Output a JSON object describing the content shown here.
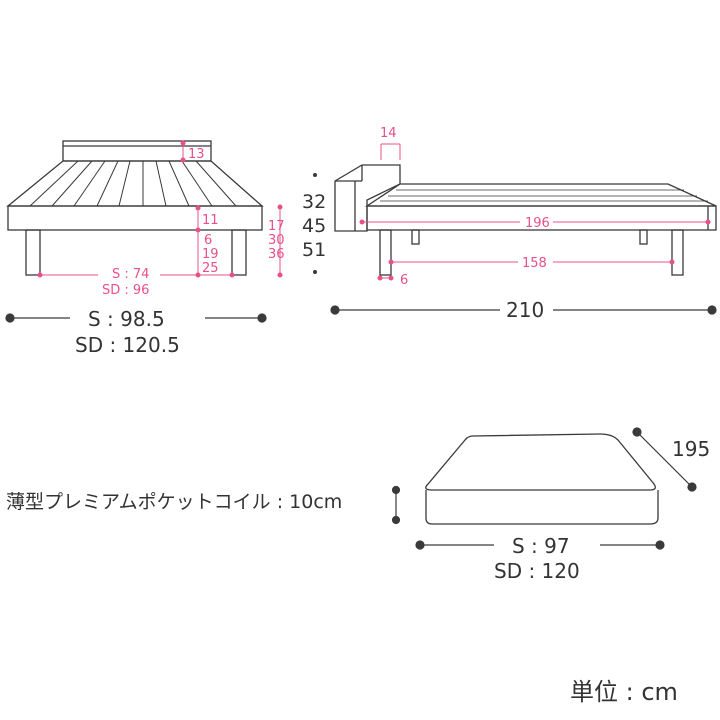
{
  "colors": {
    "line": "#3a3a3a",
    "accent": "#e8508a",
    "text": "#333333",
    "background": "#ffffff"
  },
  "front_view": {
    "headboard_thickness": "13",
    "frame_height": "11",
    "leg_gap": "6",
    "leg_heights": "19",
    "leg_heights_2": "25",
    "leg_span_s": "S : 74",
    "leg_span_sd": "SD : 96",
    "total_heights": [
      "17",
      "30",
      "36"
    ],
    "width_s": "S : 98.5",
    "width_sd": "SD : 120.5"
  },
  "side_view": {
    "shelf_depth": "14",
    "heights": [
      "32",
      "45",
      "51"
    ],
    "frame_length": "196",
    "leg_span": "158",
    "leg_size": "6",
    "total_length": "210"
  },
  "mattress": {
    "label": "薄型プレミアムポケットコイル : 10cm",
    "length": "195",
    "width_s": "S : 97",
    "width_sd": "SD : 120"
  },
  "unit_label": "単位 : cm"
}
